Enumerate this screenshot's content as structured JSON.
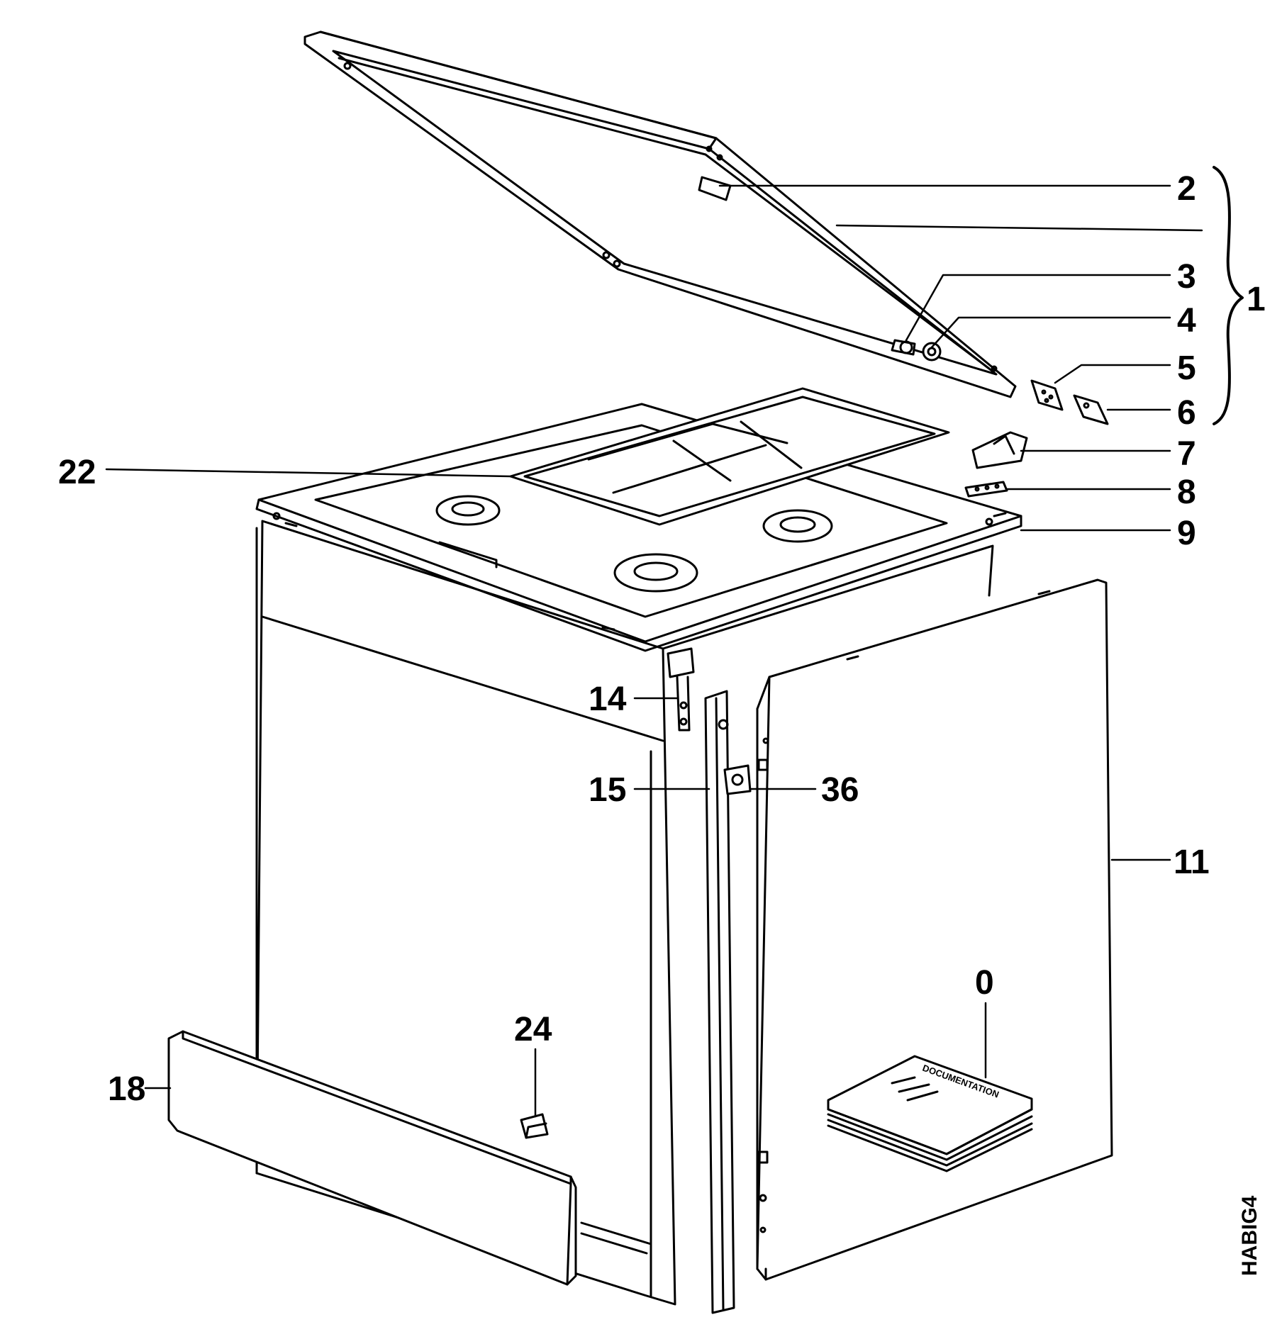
{
  "labels": {
    "l0": "0",
    "l1": "1",
    "l2": "2",
    "l3": "3",
    "l4": "4",
    "l5": "5",
    "l6": "6",
    "l7": "7",
    "l8": "8",
    "l9": "9",
    "l11": "11",
    "l14": "14",
    "l15": "15",
    "l18": "18",
    "l22": "22",
    "l24": "24",
    "l36": "36"
  },
  "drawing_code": "HABIG4",
  "book_title": "DOCUMENTATION",
  "colors": {
    "line": "#000000",
    "paper": "#ffffff",
    "fill": "#f4f4f4"
  }
}
